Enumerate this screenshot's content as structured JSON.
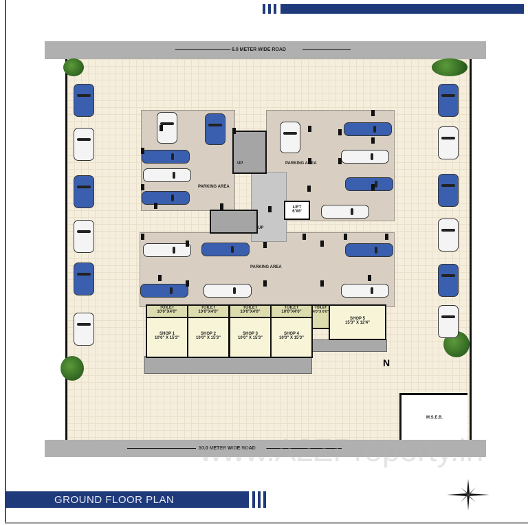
{
  "header": {
    "title": "GROUND FLOOR PLAN"
  },
  "roads": {
    "top": "6.0 METER WIDE ROAD",
    "bottom": "30.0 METER WIDE ROAD"
  },
  "areas": {
    "parking_left": "PARKING AREA",
    "parking_right": "PARKING AREA",
    "parking_center": "PARKING AREA",
    "stair_up_1": "UP",
    "stair_up_2": "UP",
    "lift": "LIFT",
    "lift_size": "6'X6'",
    "mseb": "M.S.E.B."
  },
  "shops": [
    {
      "toilet": "TOILET",
      "toilet_size": "10'0\"X4'0\"",
      "name": "SHOP 1",
      "size": "10'0\" X 15'3\""
    },
    {
      "toilet": "TOILET",
      "toilet_size": "10'0\"X4'0\"",
      "name": "SHOP 2",
      "size": "10'0\" X 15'3\""
    },
    {
      "toilet": "TOILET",
      "toilet_size": "10'0\"X4'0\"",
      "name": "SHOP 3",
      "size": "10'0\" X 15'3\""
    },
    {
      "toilet": "TOILET",
      "toilet_size": "10'0\"X4'0\"",
      "name": "SHOP 4",
      "size": "10'0\" X 15'3\""
    },
    {
      "toilet": "TOILET",
      "toilet_size": "4'0\"X 6'0\"",
      "name": "SHOP 5",
      "size": "15'3\" X 12'4\""
    }
  ],
  "compass": {
    "north_label": "N",
    "icon": "compass-rose-icon"
  },
  "watermark": "www.A2ZProperty.in",
  "colors": {
    "navy": "#1f3a7a",
    "car_blue": "#3a5fae",
    "car_white": "#f4f4f4",
    "road": "#b0b0b0",
    "plot": "#f5eedd",
    "parking": "#d8cfc2"
  }
}
